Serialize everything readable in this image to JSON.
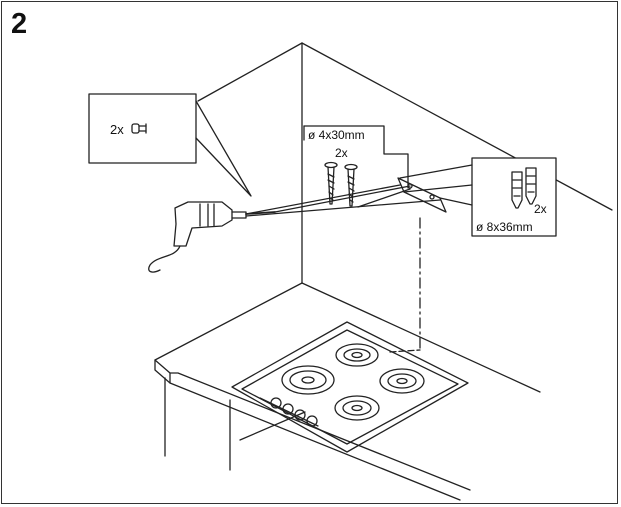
{
  "step": {
    "number": "2"
  },
  "callouts": {
    "drill_bit": {
      "quantity": "2x"
    },
    "screws": {
      "size": "ø 4x30mm",
      "quantity": "2x"
    },
    "plugs": {
      "quantity": "2x",
      "size": "ø 8x36mm"
    }
  },
  "colors": {
    "line": "#222222",
    "background": "#ffffff"
  }
}
